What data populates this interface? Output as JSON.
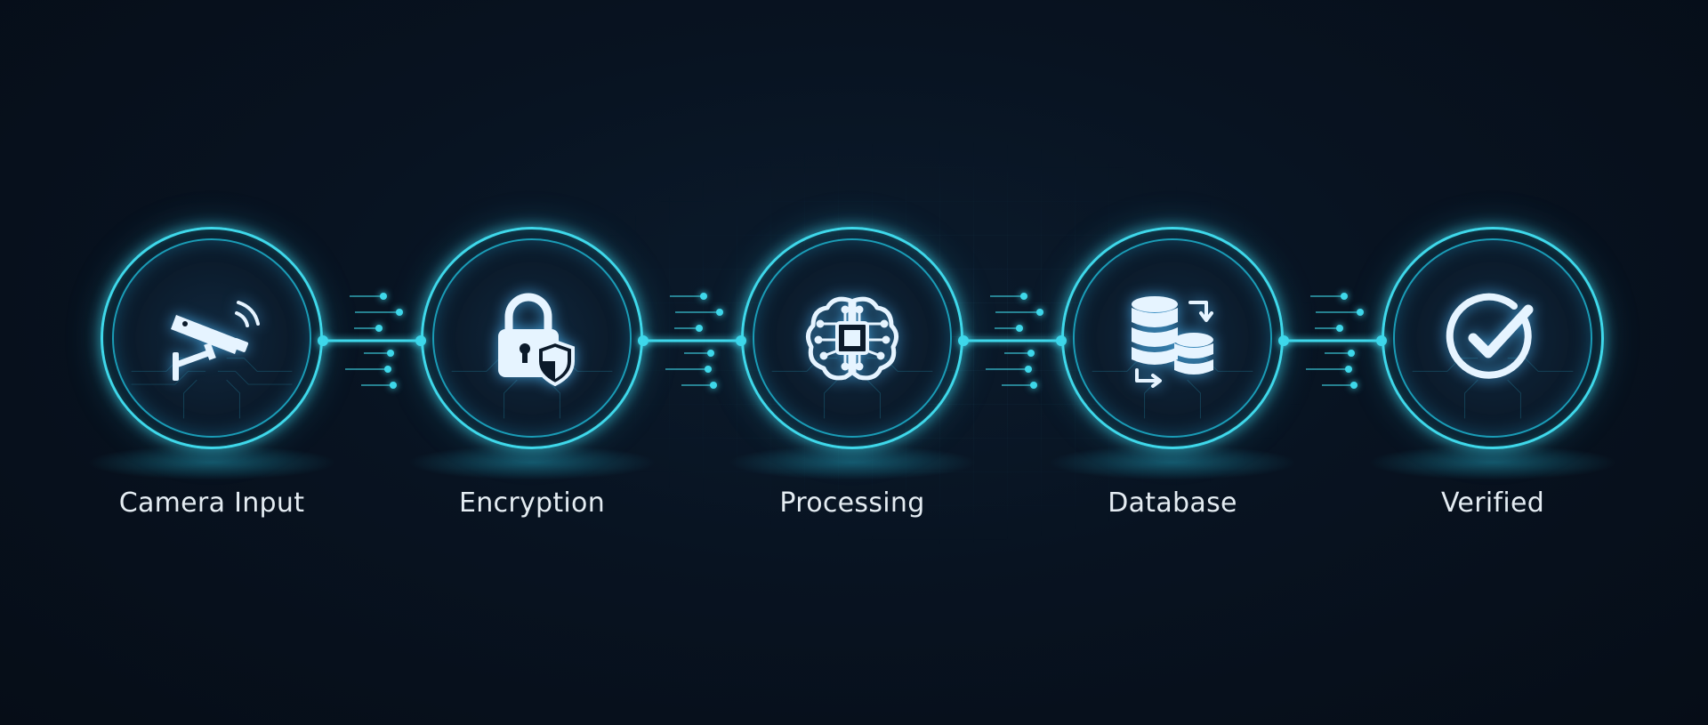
{
  "colors": {
    "background": "#081321",
    "accent": "#3fd8ea",
    "icon": "#e6f4ff",
    "label": "#e4ecf2"
  },
  "steps": [
    {
      "label": "Camera Input",
      "icon": "security-camera-icon"
    },
    {
      "label": "Encryption",
      "icon": "padlock-shield-icon"
    },
    {
      "label": "Processing",
      "icon": "brain-chip-icon"
    },
    {
      "label": "Database",
      "icon": "database-sync-icon"
    },
    {
      "label": "Verified",
      "icon": "check-circle-icon"
    }
  ]
}
